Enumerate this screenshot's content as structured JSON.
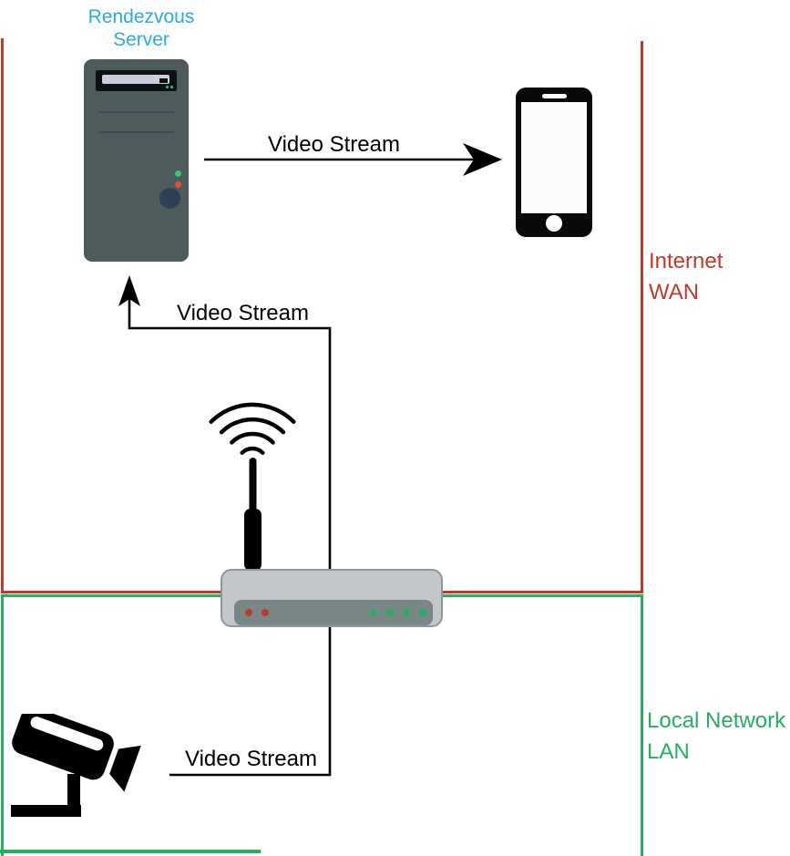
{
  "diagram": {
    "title": "network-topology-video-stream"
  },
  "regions": {
    "wan": {
      "line1": "Internet",
      "line2": "WAN",
      "color": "#C1392B"
    },
    "lan": {
      "line1": "Local Network",
      "line2": "LAN",
      "color": "#27AE60"
    }
  },
  "server": {
    "line1": "Rendezvous",
    "line2": "Server",
    "label_color": "#29ABE2"
  },
  "flows": {
    "server_to_phone": {
      "label": "Video Stream"
    },
    "router_to_server": {
      "label": "Video Stream"
    },
    "camera_to_router": {
      "label": "Video Stream"
    }
  },
  "icons": {
    "server": "server-tower-icon",
    "phone": "smartphone-icon",
    "router": "wifi-router-icon",
    "camera": "cctv-camera-icon",
    "wifi": "wifi-signal-icon"
  },
  "colors": {
    "accent_cyan": "#29ABE2",
    "wan_red": "#C1392B",
    "lan_green": "#27AE60",
    "line_black": "#000000"
  }
}
